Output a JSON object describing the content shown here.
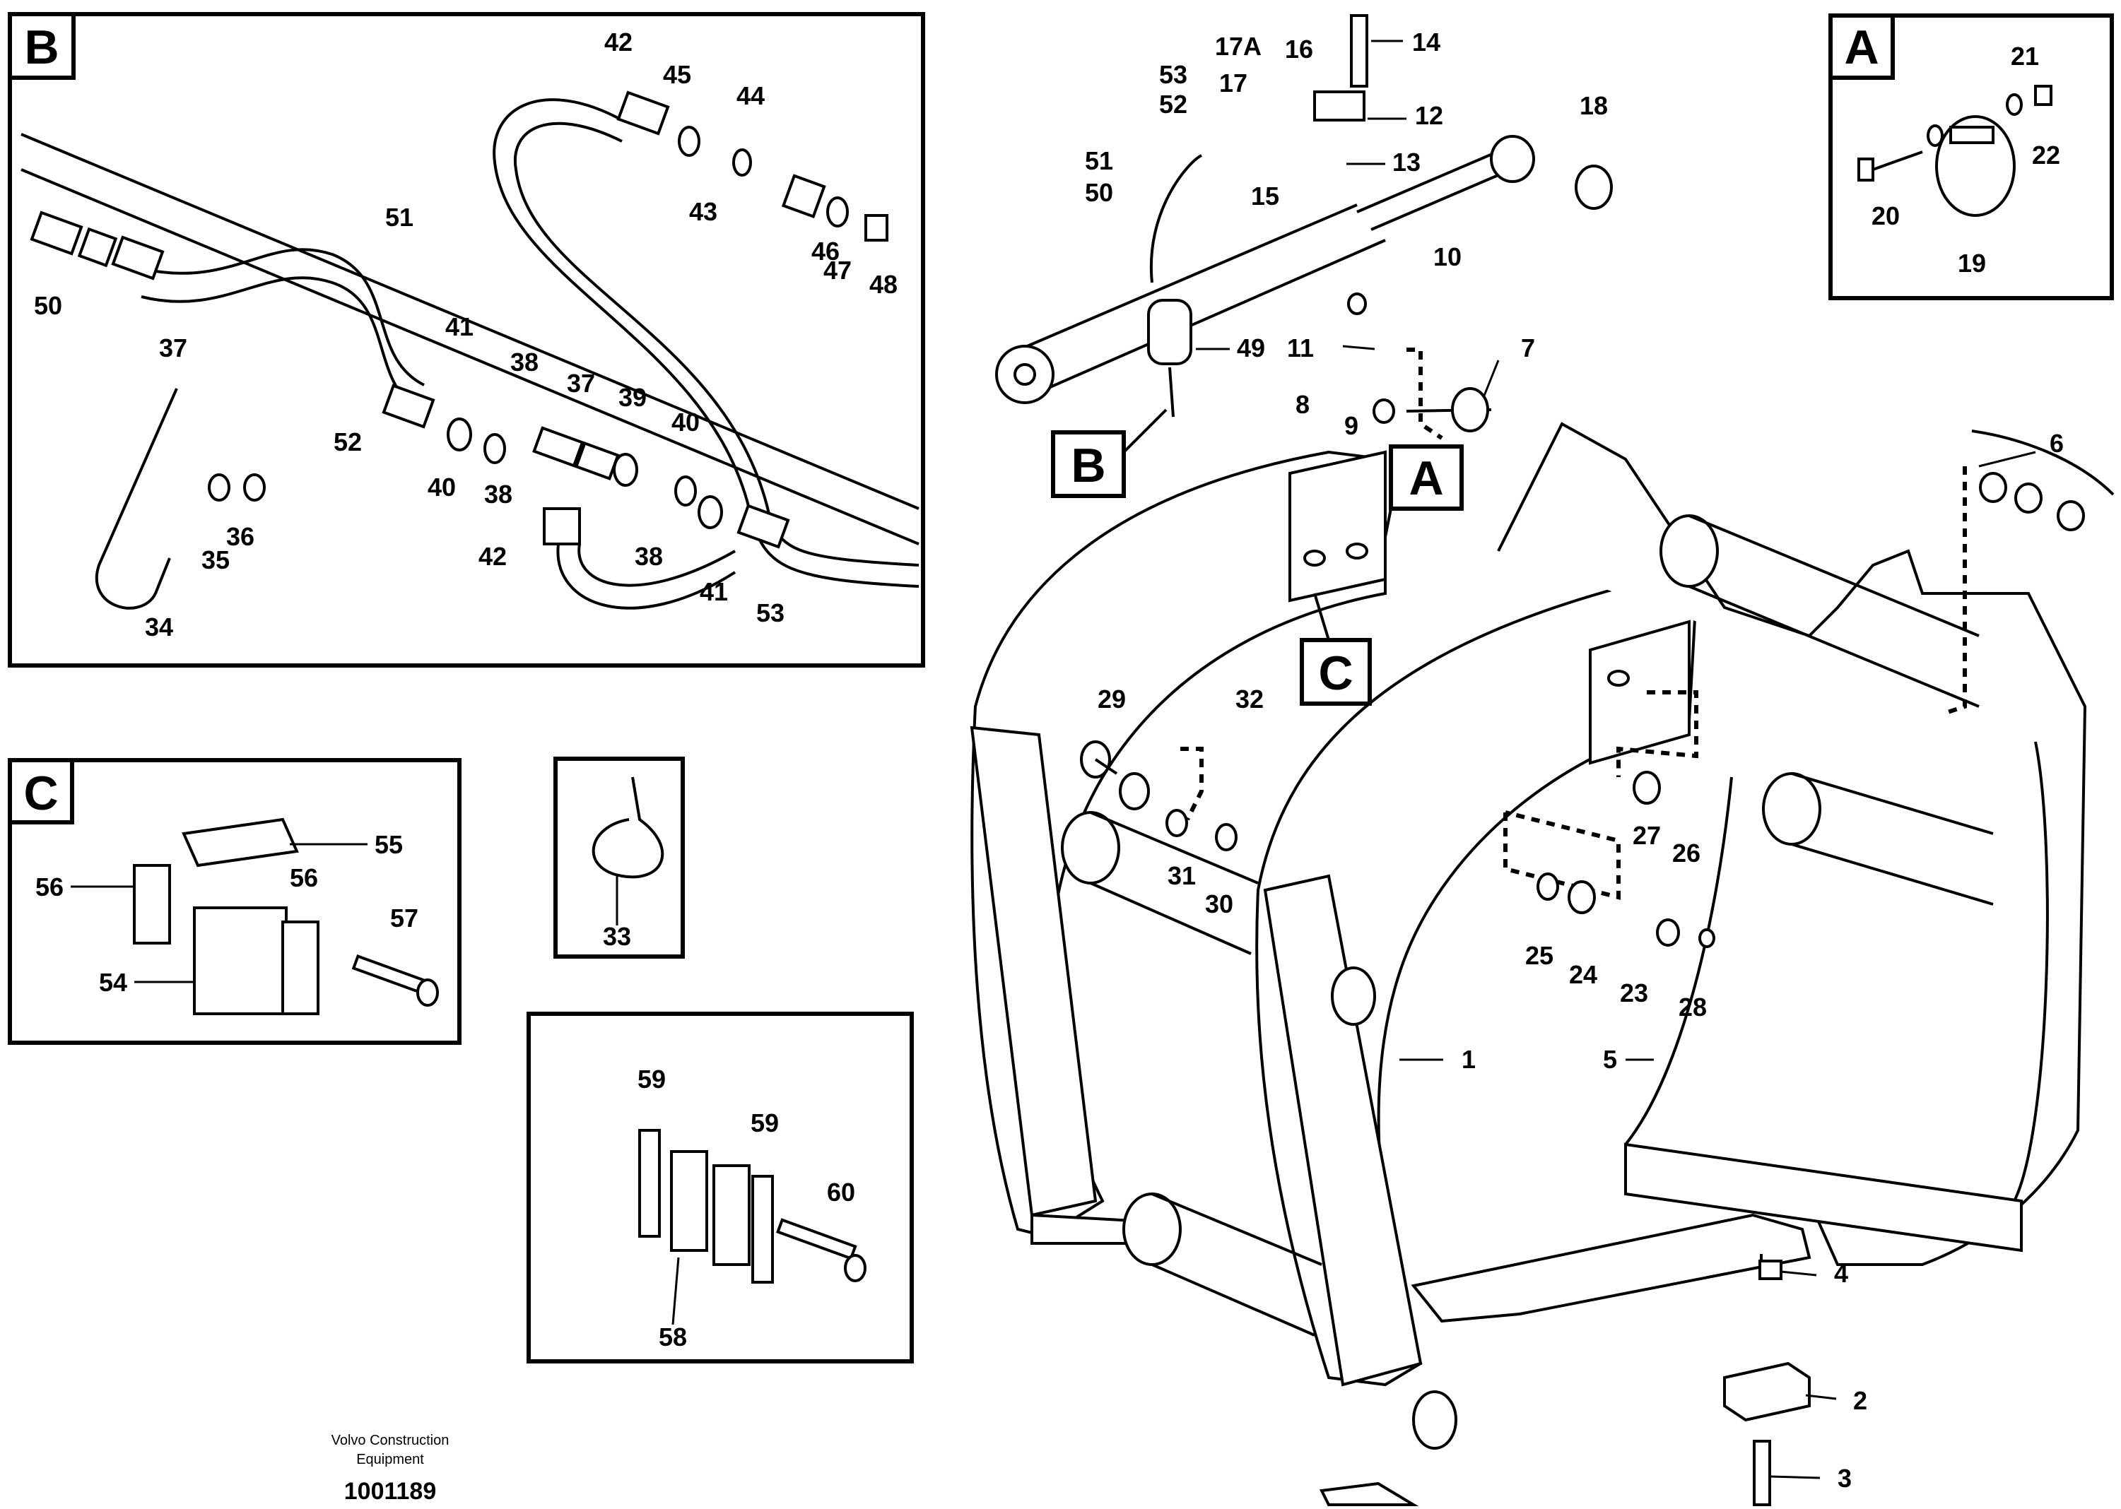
{
  "panels": {
    "B": "B",
    "A": "A",
    "C": "C"
  },
  "callouts": {
    "B": "B",
    "A": "A",
    "C": "C"
  },
  "labels": {
    "n1": "1",
    "n2": "2",
    "n3": "3",
    "n4": "4",
    "n5": "5",
    "n6": "6",
    "n7": "7",
    "n8": "8",
    "n9": "9",
    "n10": "10",
    "n11": "11",
    "n12": "12",
    "n13": "13",
    "n14": "14",
    "n15": "15",
    "n16": "16",
    "n17": "17",
    "n17A": "17A",
    "n18": "18",
    "n19": "19",
    "n20": "20",
    "n21": "21",
    "n22": "22",
    "n23": "23",
    "n24": "24",
    "n25": "25",
    "n26": "26",
    "n27": "27",
    "n28": "28",
    "n29": "29",
    "n30": "30",
    "n31": "31",
    "n32": "32",
    "n33": "33",
    "n34": "34",
    "n35": "35",
    "n36": "36",
    "n37a": "37",
    "n37b": "37",
    "n38a": "38",
    "n38b": "38",
    "n38c": "38",
    "n39": "39",
    "n40a": "40",
    "n40b": "40",
    "n41a": "41",
    "n41b": "41",
    "n42a": "42",
    "n42b": "42",
    "n43": "43",
    "n44": "44",
    "n45": "45",
    "n46": "46",
    "n47": "47",
    "n48": "48",
    "n49": "49",
    "n50a": "50",
    "n50b": "50",
    "n51a": "51",
    "n51b": "51",
    "n52a": "52",
    "n52b": "52",
    "n53a": "53",
    "n53b": "53",
    "n54": "54",
    "n55": "55",
    "n56a": "56",
    "n56b": "56",
    "n57": "57",
    "n58": "58",
    "n59a": "59",
    "n59b": "59",
    "n60": "60"
  },
  "footer": {
    "company_line1": "Volvo Construction",
    "company_line2": "Equipment",
    "drawing_number": "1001189"
  }
}
